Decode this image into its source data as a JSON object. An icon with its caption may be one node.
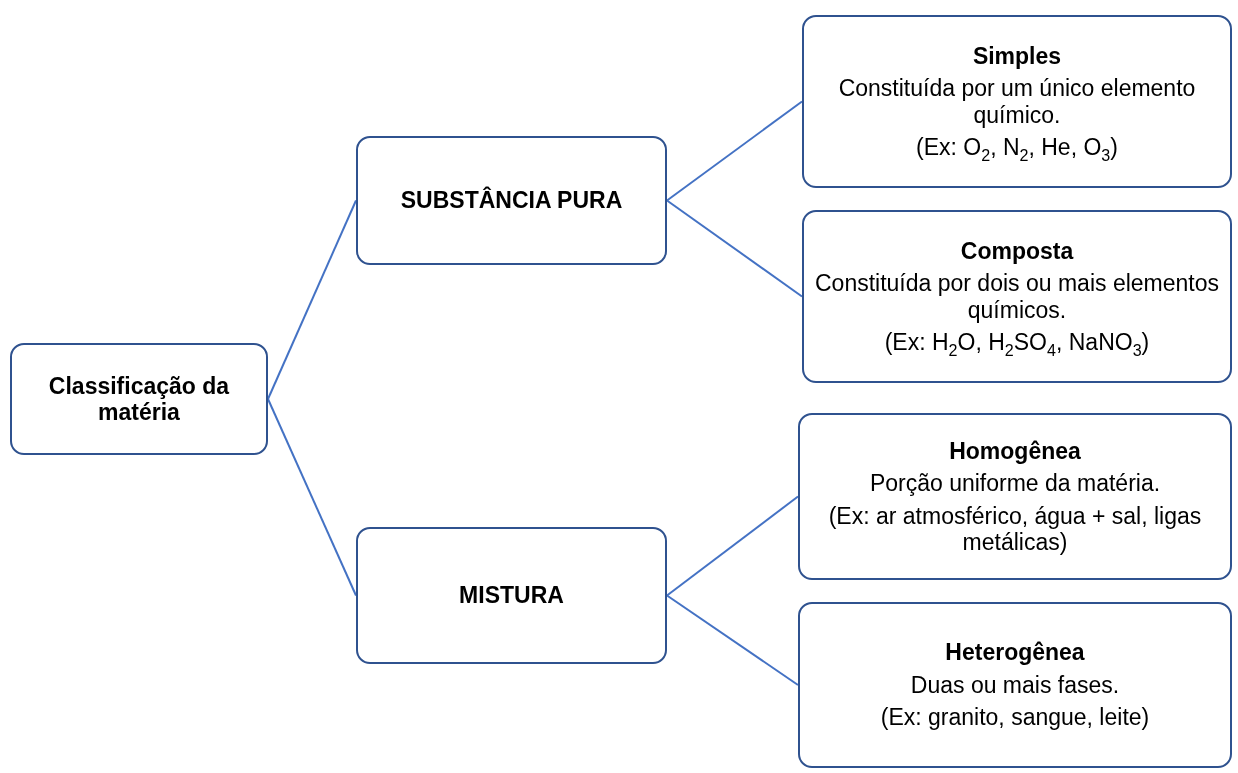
{
  "diagram": {
    "nodes": [
      {
        "text": [
          "Classificação da matéria"
        ]
      },
      {
        "text": [
          "SUBSTÂNCIA PURA"
        ]
      },
      {
        "text": [
          "MISTURA"
        ]
      },
      {
        "text": [
          "Simples",
          "Constituída por um único elemento químico.",
          "(Ex: O$_{2}$, N$_{2}$, He, O$_{3}$)"
        ]
      },
      {
        "text": [
          "Composta",
          "Constituída por dois ou mais elementos químicos.",
          "(Ex: H$_{2}$O, H$_{2}$SO$_{4}$, NaNO$_{3}$)"
        ]
      },
      {
        "text": [
          "Homogênea",
          "Porção uniforme da matéria.",
          "(Ex: ar atmosférico, água + sal, ligas metálicas)"
        ]
      },
      {
        "text": [
          "Heterogênea",
          "Duas ou mais fases.",
          "(Ex: granito, sangue, leite)"
        ]
      }
    ],
    "edges": [
      {
        "from": 0,
        "to": 1,
        "arrow": "none"
      },
      {
        "from": 0,
        "to": 2,
        "arrow": "none"
      },
      {
        "from": 1,
        "to": 3,
        "arrow": "none"
      },
      {
        "from": 1,
        "to": 4,
        "arrow": "none"
      },
      {
        "from": 2,
        "to": 5,
        "arrow": "none"
      },
      {
        "from": 2,
        "to": 6,
        "arrow": "none"
      }
    ]
  }
}
